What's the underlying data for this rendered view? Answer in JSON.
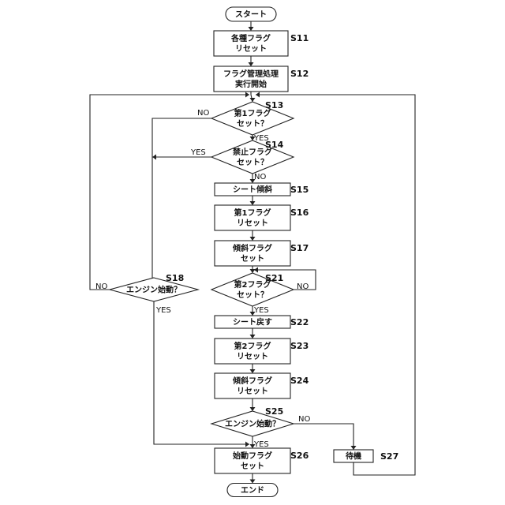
{
  "nodes": {
    "start": {
      "lines": [
        "スタート"
      ]
    },
    "s11": {
      "lines": [
        "各種フラグ",
        "リセット"
      ],
      "step": "S11"
    },
    "s12": {
      "lines": [
        "フラグ管理処理",
        "実行開始"
      ],
      "step": "S12"
    },
    "s13": {
      "lines": [
        "第1フラグ",
        "セット？"
      ],
      "step": "S13"
    },
    "s14": {
      "lines": [
        "禁止フラグ",
        "セット？"
      ],
      "step": "S14"
    },
    "s15": {
      "lines": [
        "シート傾斜"
      ],
      "step": "S15"
    },
    "s16": {
      "lines": [
        "第1フラグ",
        "リセット"
      ],
      "step": "S16"
    },
    "s17": {
      "lines": [
        "傾斜フラグ",
        "セット"
      ],
      "step": "S17"
    },
    "s18": {
      "lines": [
        "エンジン始動？"
      ],
      "step": "S18"
    },
    "s21": {
      "lines": [
        "第2フラグ",
        "セット？"
      ],
      "step": "S21"
    },
    "s22": {
      "lines": [
        "シート戻す"
      ],
      "step": "S22"
    },
    "s23": {
      "lines": [
        "第2フラグ",
        "リセット"
      ],
      "step": "S23"
    },
    "s24": {
      "lines": [
        "傾斜フラグ",
        "リセット"
      ],
      "step": "S24"
    },
    "s25": {
      "lines": [
        "エンジン始動？"
      ],
      "step": "S25"
    },
    "s26": {
      "lines": [
        "始動フラグ",
        "セット"
      ],
      "step": "S26"
    },
    "s27": {
      "lines": [
        "待機"
      ],
      "step": "S27"
    },
    "end": {
      "lines": [
        "エンド"
      ]
    }
  },
  "edges": {
    "s13_no": "NO",
    "s13_yes": "YES",
    "s14_yes": "YES",
    "s14_no": "NO",
    "s21_no": "NO",
    "s21_yes": "YES",
    "s18_no": "NO",
    "s18_yes": "YES",
    "s25_no": "NO",
    "s25_yes": "YES"
  }
}
